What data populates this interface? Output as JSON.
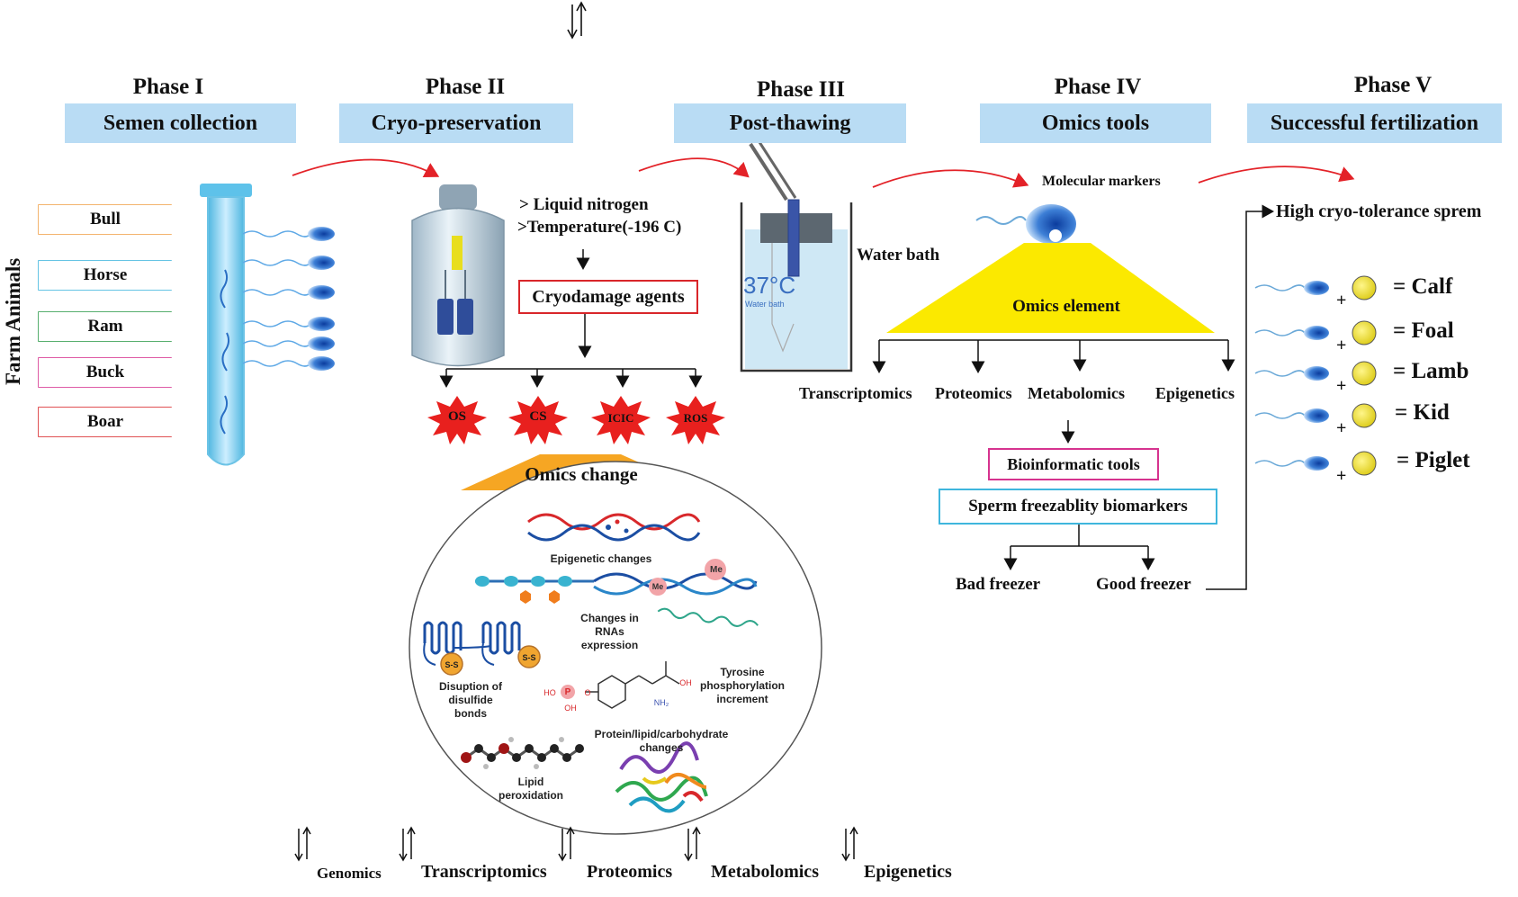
{
  "top_symbol": "↓↑",
  "phases": [
    {
      "title": "Phase I",
      "label": "Semen collection"
    },
    {
      "title": "Phase II",
      "label": "Cryo-preservation"
    },
    {
      "title": "Phase III",
      "label": "Post-thawing"
    },
    {
      "title": "Phase IV",
      "label": "Omics tools"
    },
    {
      "title": "Phase V",
      "label": "Successful fertilization"
    }
  ],
  "side_label": "Farm Animals",
  "animals": [
    {
      "name": "Bull",
      "color": "#f0a14a"
    },
    {
      "name": "Horse",
      "color": "#3fb6dd"
    },
    {
      "name": "Ram",
      "color": "#2e9b4a"
    },
    {
      "name": "Buck",
      "color": "#d6338f"
    },
    {
      "name": "Boar",
      "color": "#d9262a"
    }
  ],
  "phase2": {
    "line1": "> Liquid nitrogen",
    "line2": ">Temperature(-196 C)",
    "agents_box": "Cryodamage agents",
    "stars": [
      "OS",
      "CS",
      "ICIC",
      "ROS"
    ],
    "omics_change": "Omics change",
    "circle": {
      "epigenetic": "Epigenetic changes",
      "rna": [
        "Changes in",
        "RNAs",
        "expression"
      ],
      "disulfide": [
        "Disuption of",
        "disulfide",
        "bonds"
      ],
      "tyrosine": [
        "Tyrosine",
        "phosphorylation",
        "increment"
      ],
      "lipid": [
        "Lipid",
        "peroxidation"
      ],
      "protein": [
        "Protein/lipid/carbohydrate",
        "changes"
      ],
      "me": "Me",
      "ss": "S-S",
      "phospho": "P",
      "chem_ho": "HO",
      "chem_oh": "OH",
      "chem_o": "O",
      "chem_nh2": "NH₂"
    }
  },
  "phase3": {
    "water_bath": "Water bath",
    "temp": "37°C",
    "temp_sub": "Water bath"
  },
  "phase4": {
    "molecular_markers": "Molecular markers",
    "omics_element": "Omics element",
    "branches": [
      "Transcriptomics",
      "Proteomics",
      "Metabolomics",
      "Epigenetics"
    ],
    "bioinformatic": "Bioinformatic tools",
    "biomarkers": "Sperm freezablity biomarkers",
    "bad": "Bad freezer",
    "good": "Good freezer"
  },
  "phase5": {
    "high_tolerance": "High cryo-tolerance sprem",
    "offspring": [
      "= Calf",
      "= Foal",
      "= Lamb",
      "= Kid",
      "= Piglet"
    ],
    "plus": "+"
  },
  "bottom_omics": [
    "Genomics",
    "Transcriptomics",
    "Proteomics",
    "Metabolomics",
    "Epigenetics"
  ],
  "colors": {
    "phase_box": "#b9dcf4",
    "red_arrow": "#e32228",
    "orange": "#f6a623",
    "yellow": "#fbe900",
    "star_red": "#e8201e",
    "egg": "#e4d919"
  }
}
